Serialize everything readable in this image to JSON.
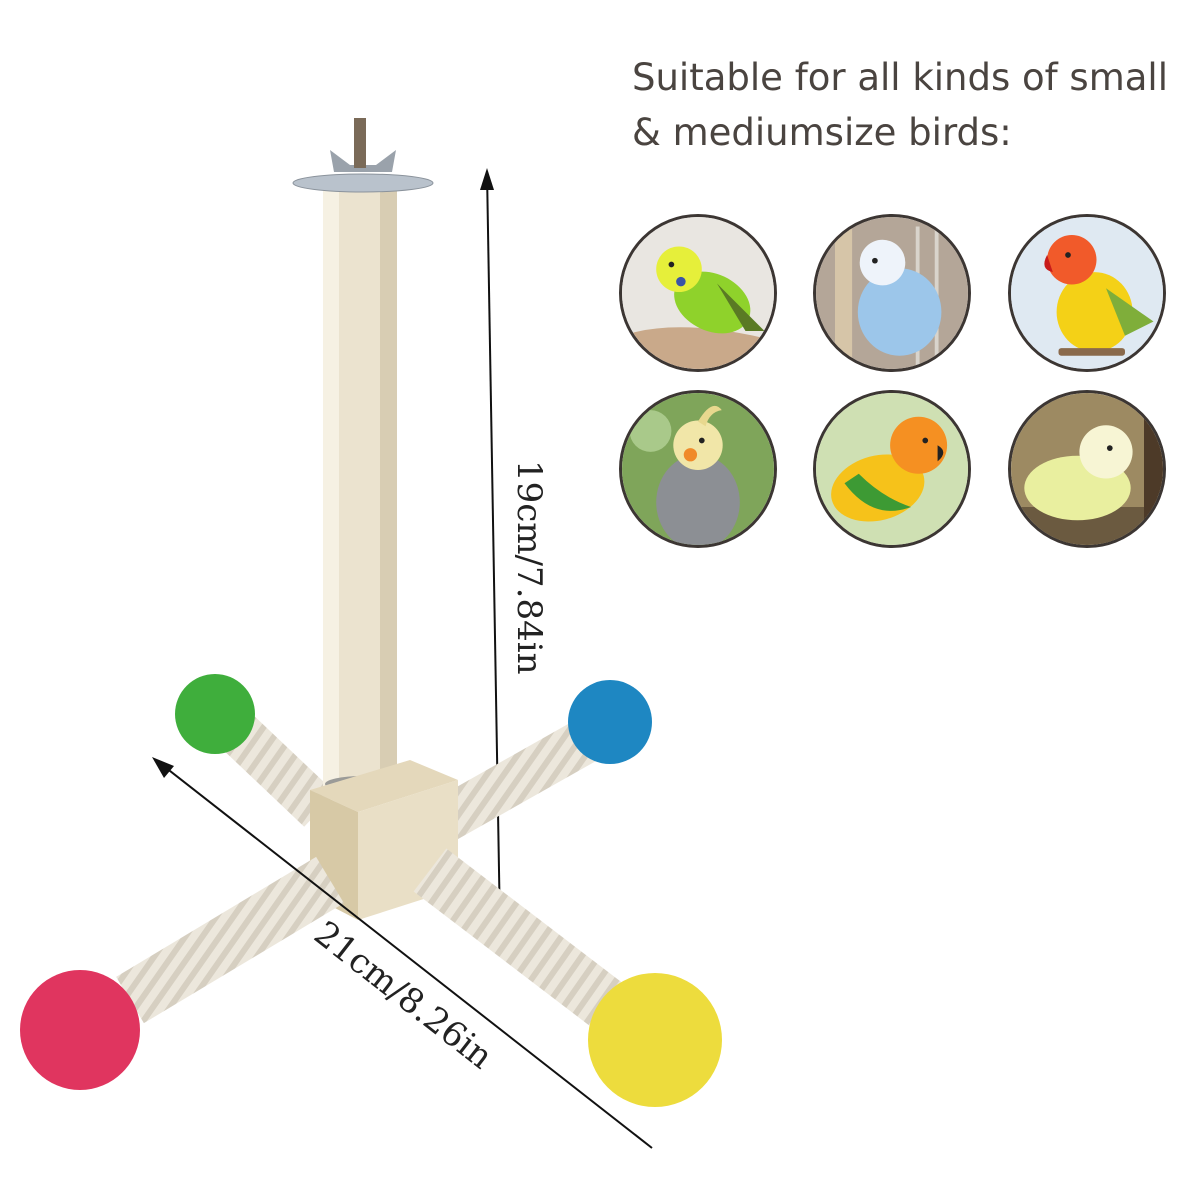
{
  "headline": {
    "line1": "Suitable for all kinds of small",
    "line2": "& mediumsize birds:"
  },
  "dimensions": {
    "height_label": "19cm/7.84in",
    "width_label": "21cm/8.26in"
  },
  "birds": [
    {
      "name": "green-budgie-photo",
      "bg": "#e9e6e1",
      "body": "#8fd22b",
      "head": "#e6ef3a"
    },
    {
      "name": "blue-bird-photo",
      "bg": "#a99c8e",
      "body": "#9cc6ea",
      "head": "#eef3fa"
    },
    {
      "name": "lovebird-photo",
      "bg": "#dfe9f2",
      "body": "#f4d117",
      "head": "#f15a2a"
    },
    {
      "name": "cockatiel-photo",
      "bg": "#7fa55a",
      "body": "#8c8f94",
      "head": "#f1e6a8"
    },
    {
      "name": "sun-conure-photo",
      "bg": "#cfe0b3",
      "body": "#f6c21a",
      "head": "#f59022"
    },
    {
      "name": "yellow-budgie-photo",
      "bg": "#9d8a62",
      "body": "#e9ef9f",
      "head": "#f7f5d4"
    }
  ],
  "ball_colors": {
    "back_left": "#3fae3c",
    "back_right": "#1e87c2",
    "front_left": "#e0355f",
    "front_right": "#eddc3d"
  }
}
